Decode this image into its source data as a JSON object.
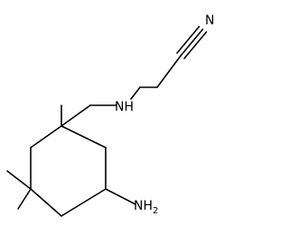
{
  "molecule": {
    "atoms": {
      "nitrile_n": "N",
      "amine_nh": "NH",
      "amino_n": "N",
      "amino_h": "H",
      "amino_subscript": "2"
    }
  }
}
